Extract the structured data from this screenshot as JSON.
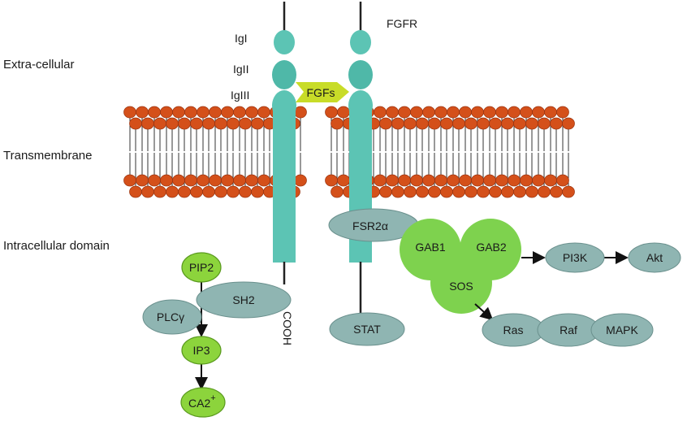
{
  "region_labels": {
    "extracellular": "Extra-cellular",
    "transmembrane": "Transmembrane",
    "intracellular": "Intracellular domain"
  },
  "receptor": {
    "name": "FGFR",
    "domains": {
      "ig1": "IgI",
      "ig2": "IgII",
      "ig3": "IgIII"
    },
    "ligand": "FGFs",
    "terminus": "COOH"
  },
  "nodes": {
    "pip2": "PIP2",
    "plcg": "PLCγ",
    "sh2": "SH2",
    "ip3": "IP3",
    "ca2": "CA2",
    "ca2_sup": "+",
    "frs2a": "FSR2α",
    "stat": "STAT",
    "gab1": "GAB1",
    "gab2": "GAB2",
    "sos": "SOS",
    "pi3k": "PI3K",
    "akt": "Akt",
    "ras": "Ras",
    "raf": "Raf",
    "mapk": "MAPK"
  },
  "colors": {
    "receptor": "#5cc4b4",
    "receptor_dark": "#3fa596",
    "ligand": "#c8dc28",
    "lipid_head": "#d4501a",
    "lipid_head_edge": "#9a3410",
    "tail": "#333333",
    "green_node": "#8cd43c",
    "green_edge": "#5a9a1e",
    "green_cluster": "#7ed24e",
    "grey_node": "#8fb5b2",
    "grey_edge": "#6a908d",
    "arrow": "#111111"
  }
}
